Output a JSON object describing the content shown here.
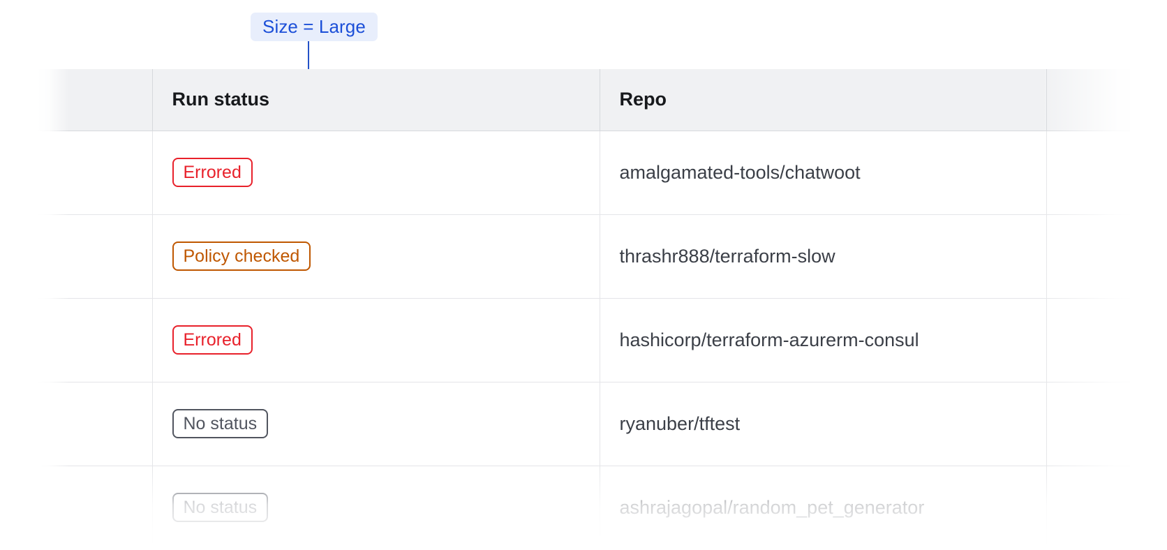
{
  "annotation": {
    "label": "Size = Large",
    "badge_bg": "#e8eefc",
    "accent_color": "#2452c8"
  },
  "table": {
    "columns": [
      {
        "key": "gutter",
        "label": ""
      },
      {
        "key": "status",
        "label": "Run status"
      },
      {
        "key": "repo",
        "label": "Repo"
      },
      {
        "key": "tail",
        "label": ""
      }
    ],
    "header_bg": "#f0f1f3",
    "rows": [
      {
        "status": "Errored",
        "status_variant": "errored",
        "status_color": "#e8212b",
        "repo": "amalgamated-tools/chatwoot",
        "faded": false
      },
      {
        "status": "Policy checked",
        "status_variant": "policy-checked",
        "status_color": "#bf5700",
        "repo": "thrashr888/terraform-slow",
        "faded": false
      },
      {
        "status": "Errored",
        "status_variant": "errored",
        "status_color": "#e8212b",
        "repo": "hashicorp/terraform-azurerm-consul",
        "faded": false
      },
      {
        "status": "No status",
        "status_variant": "no-status",
        "status_color": "#51555f",
        "repo": "ryanuber/tftest",
        "faded": false
      },
      {
        "status": "No status",
        "status_variant": "no-status",
        "status_color": "#51555f",
        "repo": "ashrajagopal/random_pet_generator",
        "faded": true
      }
    ]
  }
}
